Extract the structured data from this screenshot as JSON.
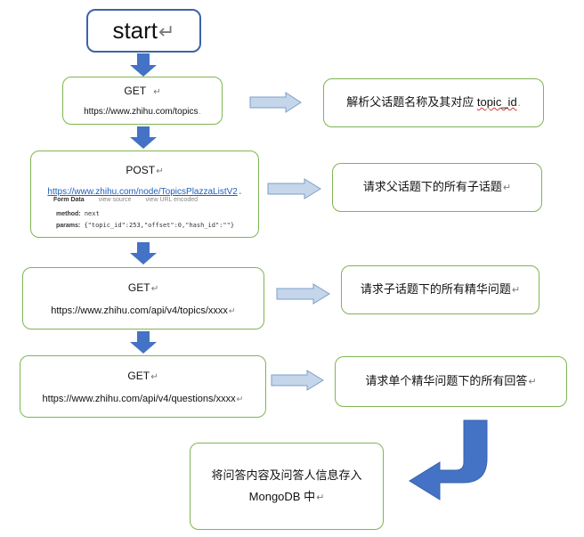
{
  "nodes": {
    "start": {
      "label": "start"
    },
    "step1": {
      "method": "GET",
      "url": "https://www.zhihu.com/topics"
    },
    "step2": {
      "method": "POST",
      "url": "https://www.zhihu.com/node/TopicsPlazzaListV2",
      "form_tabs": [
        "Form Data",
        "view source",
        "view URL encoded"
      ],
      "form_fields": [
        {
          "key": "method:",
          "value": "next"
        },
        {
          "key": "params:",
          "value": "{\"topic_id\":253,\"offset\":0,\"hash_id\":\"\"}"
        }
      ]
    },
    "step3": {
      "method": "GET",
      "url": "https://www.zhihu.com/api/v4/topics/xxxx"
    },
    "step4": {
      "method": "GET",
      "url": "https://www.zhihu.com/api/v4/questions/xxxx"
    },
    "final": {
      "line1": "将问答内容及问答人信息存入",
      "line2": "MongoDB 中"
    }
  },
  "descriptions": {
    "d1_prefix": "解析父话题名称及其对应 ",
    "d1_term": "topic_id",
    "d2": "请求父话题下的所有子话题",
    "d3": "请求子话题下的所有精华问题",
    "d4": "请求单个精华问题下的所有回答"
  },
  "colors": {
    "box_border": "#7fb552",
    "start_border": "#3c64a8",
    "down_arrow": "#4472c4",
    "side_arrow_fill": "#c5d6ea",
    "side_arrow_stroke": "#7a9fc9",
    "link": "#1f5fbf"
  }
}
